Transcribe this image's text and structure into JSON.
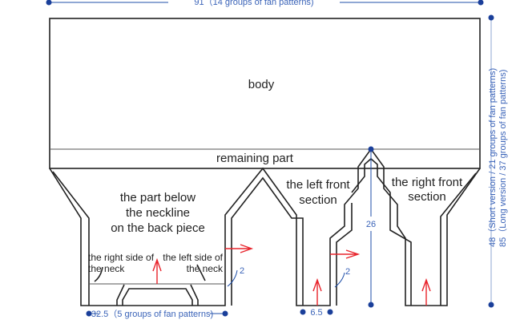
{
  "labels": {
    "body": "body",
    "remaining": "remaining part",
    "back": [
      "the part below",
      "the neckline",
      "on the back piece"
    ],
    "left_front": [
      "the left front",
      "section"
    ],
    "right_front": [
      "the right front",
      "section"
    ],
    "right_neck": [
      "the right side of",
      "the neck"
    ],
    "left_neck": [
      "the left side of",
      "the neck"
    ]
  },
  "dimensions": {
    "width_total": "91（14 groups of fan patterns)",
    "height_short": "48（Short version / 21 groups of fan patterns)",
    "height_long": "85（Long version / 37 groups of fan patterns)",
    "back_width": "32.5（5 groups of fan patterns)",
    "front_width": "6.5",
    "front_height": "26",
    "border_back": "2",
    "border_front": "2"
  },
  "colors": {
    "outline": "#222222",
    "arrow": "#e8242c",
    "dimension": "#1f4fa8"
  }
}
